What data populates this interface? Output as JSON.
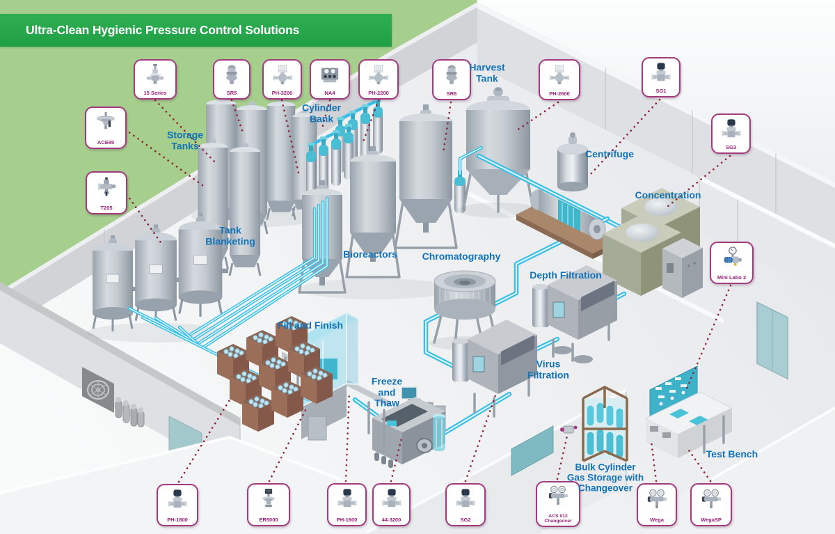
{
  "title": "Ultra-Clean Hygienic Pressure Control Solutions",
  "colors": {
    "banner_green": "#27a74a",
    "field_green": "#a6cf8d",
    "process_label_blue": "#1173b8",
    "badge_border_purple": "#a23a80",
    "badge_text_magenta": "#9c1f7a",
    "pipe_cyan": "#3bbfe9",
    "leader_dots_maroon": "#8c2134"
  },
  "product_badges": [
    {
      "label": "15 Series",
      "icon": "regulator-tall"
    },
    {
      "label": "SR5",
      "icon": "regulator-dome"
    },
    {
      "label": "PH-3200",
      "icon": "regulator-crown"
    },
    {
      "label": "NA4",
      "icon": "gauge-manifold"
    },
    {
      "label": "PH-2200",
      "icon": "regulator-crown"
    },
    {
      "label": "SR8",
      "icon": "regulator-dome"
    },
    {
      "label": "PH-2600",
      "icon": "regulator-crown"
    },
    {
      "label": "SG1",
      "icon": "regulator-knob"
    },
    {
      "label": "SG3",
      "icon": "regulator-knob"
    },
    {
      "label": "ACE95",
      "icon": "control-valve-saucer"
    },
    {
      "label": "T205",
      "icon": "valve-horizontal"
    },
    {
      "label": "Mini Labo 2",
      "icon": "gauge-regulator"
    },
    {
      "label": "PH-1800",
      "icon": "regulator-knob"
    },
    {
      "label": "ER5000",
      "icon": "electronic-regulator"
    },
    {
      "label": "PH-1600",
      "icon": "regulator-knob"
    },
    {
      "label": "44-3200",
      "icon": "regulator-knob"
    },
    {
      "label": "SG2",
      "icon": "regulator-knob"
    },
    {
      "label": "ACS 012\nChangeover",
      "icon": "dual-gauge-changeover"
    },
    {
      "label": "Wega",
      "icon": "dual-gauge-regulator"
    },
    {
      "label": "WegaSP",
      "icon": "dual-gauge-regulator"
    }
  ],
  "process_labels": [
    {
      "text": "Storage\nTanks"
    },
    {
      "text": "Cylinder\nBank"
    },
    {
      "text": "Harvest\nTank"
    },
    {
      "text": "Centrifuge"
    },
    {
      "text": "Concentration"
    },
    {
      "text": "Tank\nBlanketing"
    },
    {
      "text": "Bioreactors"
    },
    {
      "text": "Chromatography"
    },
    {
      "text": "Depth Filtration"
    },
    {
      "text": "Fill and Finish"
    },
    {
      "text": "Virus\nFiltration"
    },
    {
      "text": "Freeze\nand\nThaw"
    },
    {
      "text": "Bulk Cylinder\nGas Storage with\nChangeover"
    },
    {
      "text": "Test Bench"
    }
  ]
}
